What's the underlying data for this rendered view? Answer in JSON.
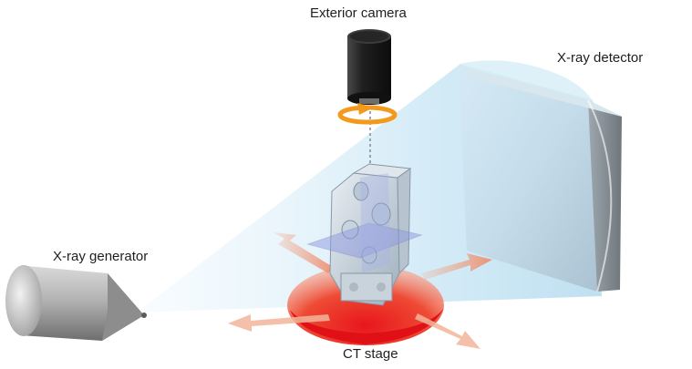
{
  "labels": {
    "exterior_camera": "Exterior camera",
    "xray_detector": "X-ray detector",
    "xray_generator": "X-ray generator",
    "ct_stage": "CT stage"
  },
  "colors": {
    "beam": "#cfe9f6",
    "detector": "#b9c3cc",
    "generator": "#a9a9a9",
    "camera": "#1e1e1e",
    "stage": "#e8322b",
    "rotation_arrow": "#f39a1e",
    "motion_arrows": "#f2b59a",
    "slice_plane": "#9aa4e0"
  }
}
